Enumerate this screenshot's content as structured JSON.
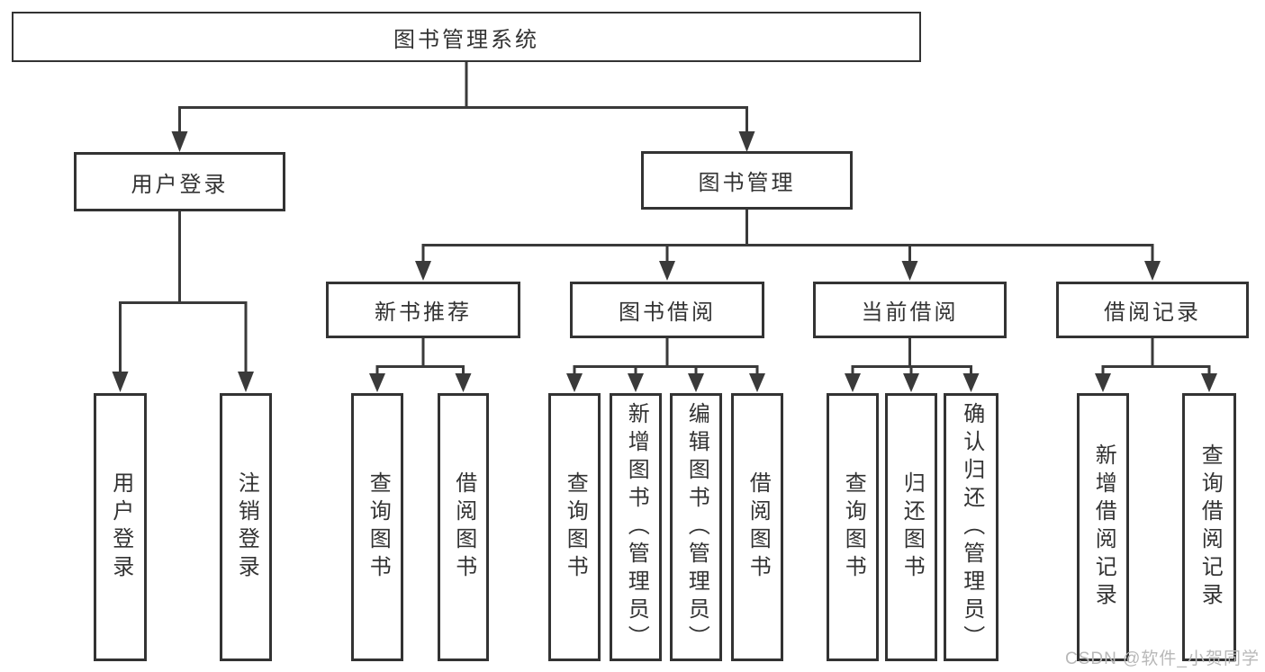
{
  "diagram_type": "hierarchy-tree",
  "root": {
    "label": "图书管理系统"
  },
  "level2": {
    "user_login": {
      "label": "用户登录",
      "parent": "图书管理系统"
    },
    "book_management": {
      "label": "图书管理",
      "parent": "图书管理系统"
    }
  },
  "level3": {
    "new_book_recommend": {
      "label": "新书推荐",
      "parent": "图书管理"
    },
    "book_borrowing": {
      "label": "图书借阅",
      "parent": "图书管理"
    },
    "current_borrowing": {
      "label": "当前借阅",
      "parent": "图书管理"
    },
    "borrowing_records": {
      "label": "借阅记录",
      "parent": "图书管理"
    }
  },
  "leaves": {
    "user_login_leaf": {
      "label": "用户登录",
      "parent": "用户登录"
    },
    "logout": {
      "label": "注销登录",
      "parent": "用户登录"
    },
    "query_books_recommend": {
      "label": "查询图书",
      "parent": "新书推荐"
    },
    "borrow_books_recommend": {
      "label": "借阅图书",
      "parent": "新书推荐"
    },
    "query_books_borrowing": {
      "label": "查询图书",
      "parent": "图书借阅"
    },
    "add_book_admin": {
      "label": "新增图书（管理员）",
      "parent": "图书借阅"
    },
    "edit_book_admin": {
      "label": "编辑图书（管理员）",
      "parent": "图书借阅"
    },
    "borrow_books_borrowing": {
      "label": "借阅图书",
      "parent": "图书借阅"
    },
    "query_books_current": {
      "label": "查询图书",
      "parent": "当前借阅"
    },
    "return_book": {
      "label": "归还图书",
      "parent": "当前借阅"
    },
    "confirm_return_admin": {
      "label": "确认归还（管理员）",
      "parent": "当前借阅"
    },
    "add_borrow_record": {
      "label": "新增借阅记录",
      "parent": "借阅记录"
    },
    "query_borrow_record": {
      "label": "查询借阅记录",
      "parent": "借阅记录"
    }
  },
  "watermark": {
    "text": "CSDN @软件_小贺同学"
  },
  "colors": {
    "line": "#3a3a3a",
    "border": "#333333",
    "text": "#333333",
    "background": "#ffffff",
    "watermark": "#b8b8b8"
  }
}
